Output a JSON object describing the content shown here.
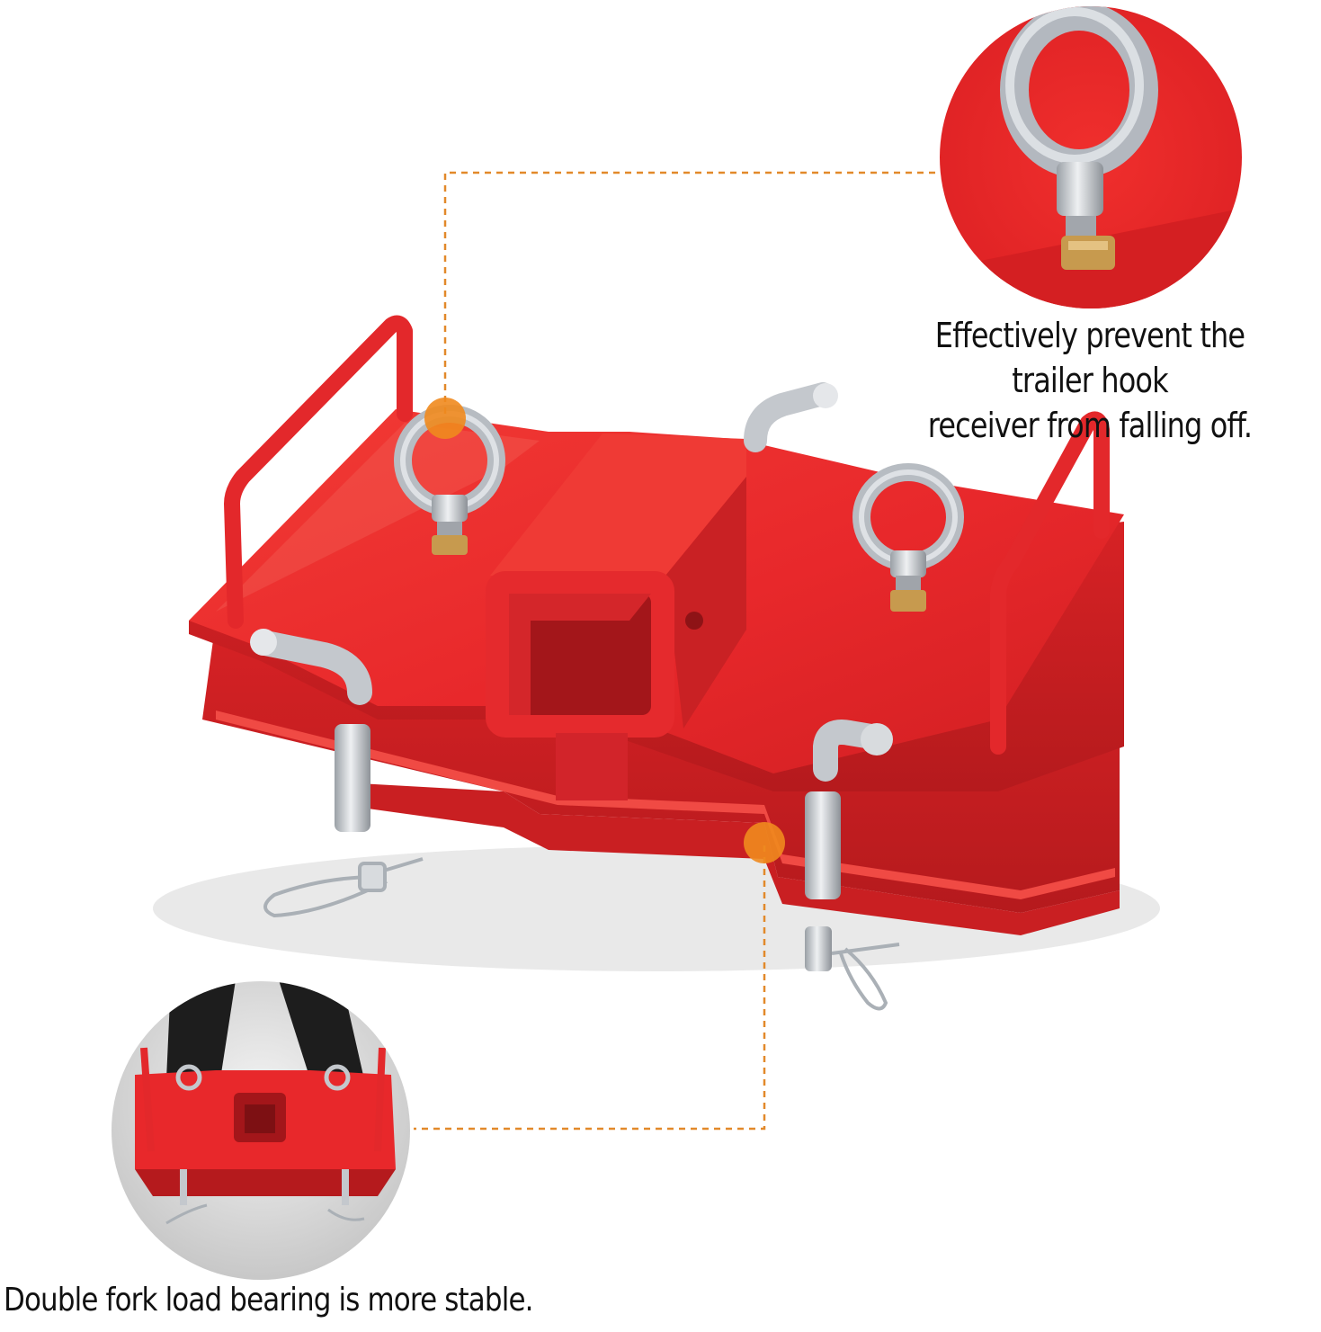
{
  "callouts": {
    "top": {
      "line1": "Effectively prevent the trailer hook",
      "line2": "receiver from falling off."
    },
    "bottom": {
      "text": "Double fork load bearing is more stable."
    }
  },
  "colors": {
    "product_red": "#e8282b",
    "product_red_shadow": "#b91a1c",
    "leader_line": "#e2892a",
    "marker_dot": "#f08a1e",
    "fork_black": "#1d1d1d",
    "metal_silver": "#c9ccd1",
    "brass_nut": "#c79a4e"
  },
  "icons": {
    "marker": "orange-dot-marker",
    "zoom": "circular-detail-lens"
  }
}
